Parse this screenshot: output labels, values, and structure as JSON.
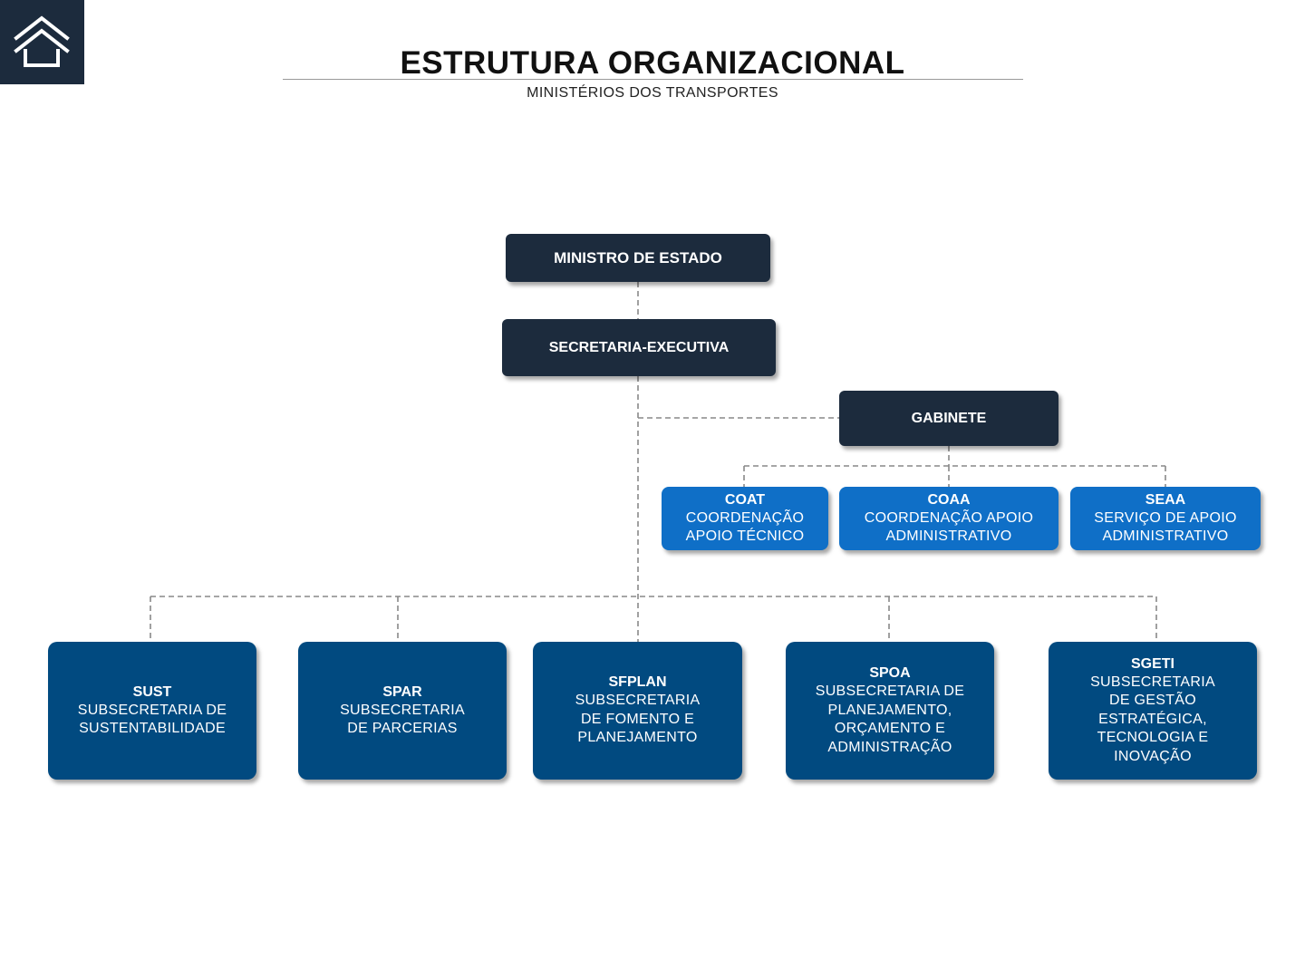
{
  "header": {
    "title": "ESTRUTURA ORGANIZACIONAL",
    "subtitle": "MINISTÉRIOS DOS TRANSPORTES"
  },
  "logo": {
    "icon": "house-chevron-icon"
  },
  "colors": {
    "dark_box": "#1c2b3d",
    "light_box": "#0f6fc7",
    "mid_box": "#014a80",
    "connector": "#888888"
  },
  "org": {
    "minister": "MINISTRO DE ESTADO",
    "executive": "SECRETARIA-EXECUTIVA",
    "cabinet": "GABINETE",
    "cabinet_units": [
      {
        "abbr": "COAT",
        "line1": "COORDENAÇÃO",
        "line2": "APOIO TÉCNICO"
      },
      {
        "abbr": "COAA",
        "line1": "COORDENAÇÃO APOIO",
        "line2": "ADMINISTRATIVO"
      },
      {
        "abbr": "SEAA",
        "line1": "SERVIÇO DE APOIO",
        "line2": "ADMINISTRATIVO"
      }
    ],
    "subsecretariats": [
      {
        "abbr": "SUST",
        "lines": [
          "SUBSECRETARIA DE",
          "SUSTENTABILIDADE"
        ]
      },
      {
        "abbr": "SPAR",
        "lines": [
          "SUBSECRETARIA",
          "DE PARCERIAS"
        ]
      },
      {
        "abbr": "SFPLAN",
        "lines": [
          "SUBSECRETARIA",
          "DE FOMENTO E",
          "PLANEJAMENTO"
        ]
      },
      {
        "abbr": "SPOA",
        "lines": [
          "SUBSECRETARIA DE",
          "PLANEJAMENTO,",
          "ORÇAMENTO E",
          "ADMINISTRAÇÃO"
        ]
      },
      {
        "abbr": "SGETI",
        "lines": [
          "SUBSECRETARIA",
          "DE GESTÃO",
          "ESTRATÉGICA,",
          "TECNOLOGIA E",
          "INOVAÇÃO"
        ]
      }
    ]
  }
}
